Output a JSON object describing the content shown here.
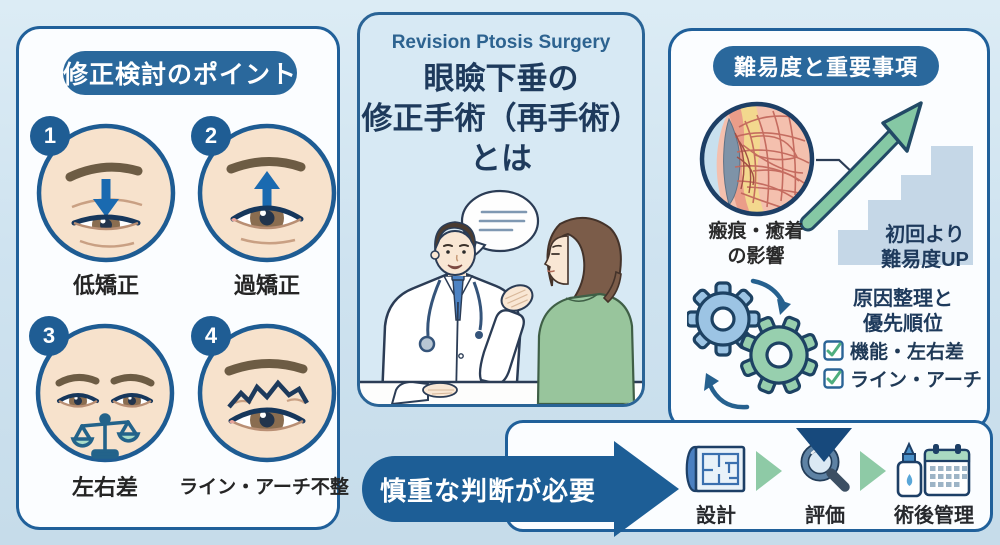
{
  "left_panel": {
    "header": "修正検討のポイント",
    "items": [
      {
        "number": "1",
        "label": "低矯正"
      },
      {
        "number": "2",
        "label": "過矯正"
      },
      {
        "number": "3",
        "label": "左右差"
      },
      {
        "number": "4",
        "label": "ライン・アーチ不整"
      }
    ]
  },
  "center_panel": {
    "subtitle": "Revision Ptosis Surgery",
    "title_lines": [
      "眼瞼下垂の",
      "修正手術（再手術）",
      "とは"
    ]
  },
  "right_panel": {
    "header": "難易度と重要事項",
    "scar_label_lines": [
      "瘢痕・癒着",
      "の影響"
    ],
    "difficulty_label_lines": [
      "初回より",
      "難易度UP"
    ],
    "cause_label_lines": [
      "原因整理と",
      "優先順位"
    ],
    "checklist": [
      "機能・左右差",
      "ライン・アーチ"
    ]
  },
  "bottom_bar": {
    "banner": "慎重な判断が必要",
    "steps": [
      {
        "label": "設計"
      },
      {
        "label": "評価"
      },
      {
        "label": "術後管理"
      }
    ]
  },
  "colors": {
    "accent_blue": "#1d5e96",
    "pill_blue": "#2a689c",
    "panel_border": "#20609a",
    "title_navy": "#1e3a5c",
    "green_arrow": "#85c8a4",
    "stairs": "#c5d7e7",
    "gear_blue": "#9cc4e4",
    "gear_green": "#97cfae",
    "skin": "#f7e2cc"
  }
}
